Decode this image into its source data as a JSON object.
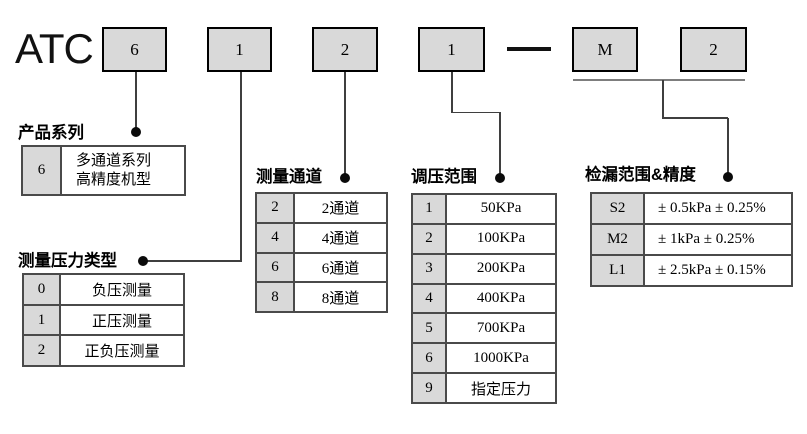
{
  "brand": "ATC",
  "code_boxes": [
    {
      "value": "6"
    },
    {
      "value": "1"
    },
    {
      "value": "2"
    },
    {
      "value": "1"
    },
    {
      "value": "M"
    },
    {
      "value": "2"
    }
  ],
  "separator": "—",
  "sections": {
    "product_series": {
      "title": "产品系列",
      "rows": [
        {
          "code": "6",
          "label_line1": "多通道系列",
          "label_line2": "高精度机型"
        }
      ]
    },
    "pressure_type": {
      "title": "测量压力类型",
      "rows": [
        {
          "code": "0",
          "label": "负压测量"
        },
        {
          "code": "1",
          "label": "正压测量"
        },
        {
          "code": "2",
          "label": "正负压测量"
        }
      ]
    },
    "channels": {
      "title": "测量通道",
      "rows": [
        {
          "code": "2",
          "label": "2通道"
        },
        {
          "code": "4",
          "label": "4通道"
        },
        {
          "code": "6",
          "label": "6通道"
        },
        {
          "code": "8",
          "label": "8通道"
        }
      ]
    },
    "pressure_range": {
      "title": "调压范围",
      "rows": [
        {
          "code": "1",
          "label": "50KPa"
        },
        {
          "code": "2",
          "label": "100KPa"
        },
        {
          "code": "3",
          "label": "200KPa"
        },
        {
          "code": "4",
          "label": "400KPa"
        },
        {
          "code": "5",
          "label": "700KPa"
        },
        {
          "code": "6",
          "label": "1000KPa"
        },
        {
          "code": "9",
          "label": "指定压力"
        }
      ]
    },
    "leak_range": {
      "title": "检漏范围&精度",
      "rows": [
        {
          "code": "S2",
          "label": "± 0.5kPa  ± 0.25%"
        },
        {
          "code": "M2",
          "label": "± 1kPa  ± 0.25%"
        },
        {
          "code": "L1",
          "label": "± 2.5kPa  ± 0.15%"
        }
      ]
    }
  },
  "colors": {
    "box_fill": "#d9d9d9",
    "box_border": "#000000",
    "table_border": "#4a4a4a",
    "connector_line": "#3f3f3f",
    "background": "#ffffff"
  }
}
